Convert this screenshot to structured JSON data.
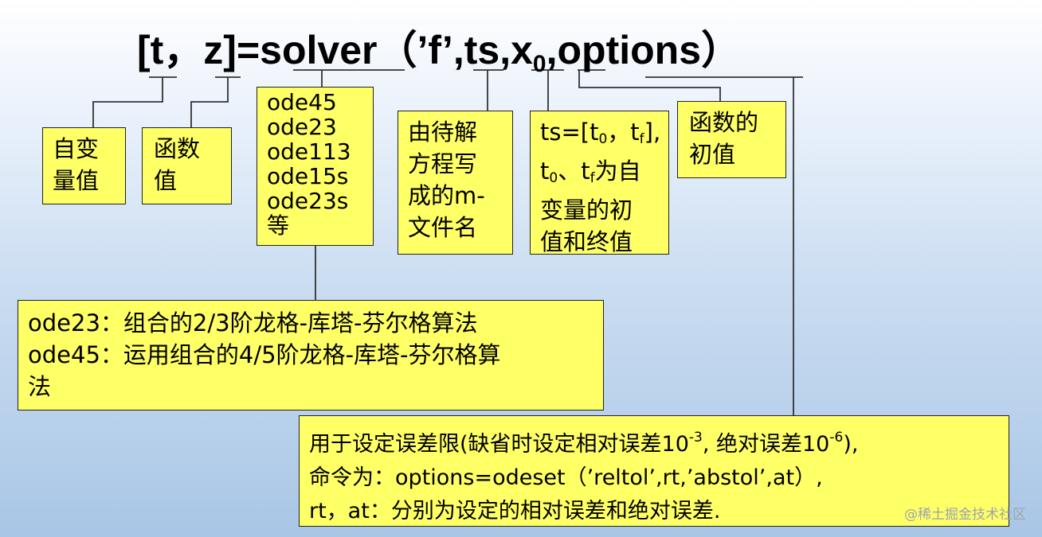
{
  "title": {
    "part1": "[t，z]=",
    "solver": "solver",
    "part2": "（’f’,",
    "ts": "ts",
    "comma": ",",
    "x": "x",
    "x_sub": "0",
    "part3": ",",
    "options": "options",
    "close": "）"
  },
  "boxes": {
    "independent": "自变\n量值",
    "function_value": "函数\n值",
    "solvers": "ode45\node23\node113\node15s\node23s\n等",
    "mfile": "由待解\n方程写\n成的m-\n文件名",
    "ts": {
      "a": "ts=[t",
      "a_sub": "0",
      "b": "，t",
      "b_sub": "f",
      "c": "],",
      "d": "t",
      "d_sub": "0",
      "e": "、t",
      "e_sub": "f",
      "f": "为自",
      "g": "变量的初",
      "h": "值和终值"
    },
    "initial": "函数的\n初值",
    "algorithms": "ode23：组合的2/3阶龙格-库塔-芬尔格算法\node45：运用组合的4/5阶龙格-库塔-芬尔格算\n法",
    "options": {
      "l1a": "用于设定误差限(缺省时设定相对误差10",
      "l1sup1": "-3",
      "l1b": ", 绝对误差10",
      "l1sup2": "-6",
      "l1c": "),",
      "l2": "命令为：options=odeset（’reltol’,rt,’abstol’,at）,",
      "l3": "rt，at：分别为设定的相对误差和绝对误差."
    }
  },
  "watermark": "@稀土掘金技术社区",
  "colors": {
    "box_fill": "#ffff66",
    "line": "#333333"
  }
}
